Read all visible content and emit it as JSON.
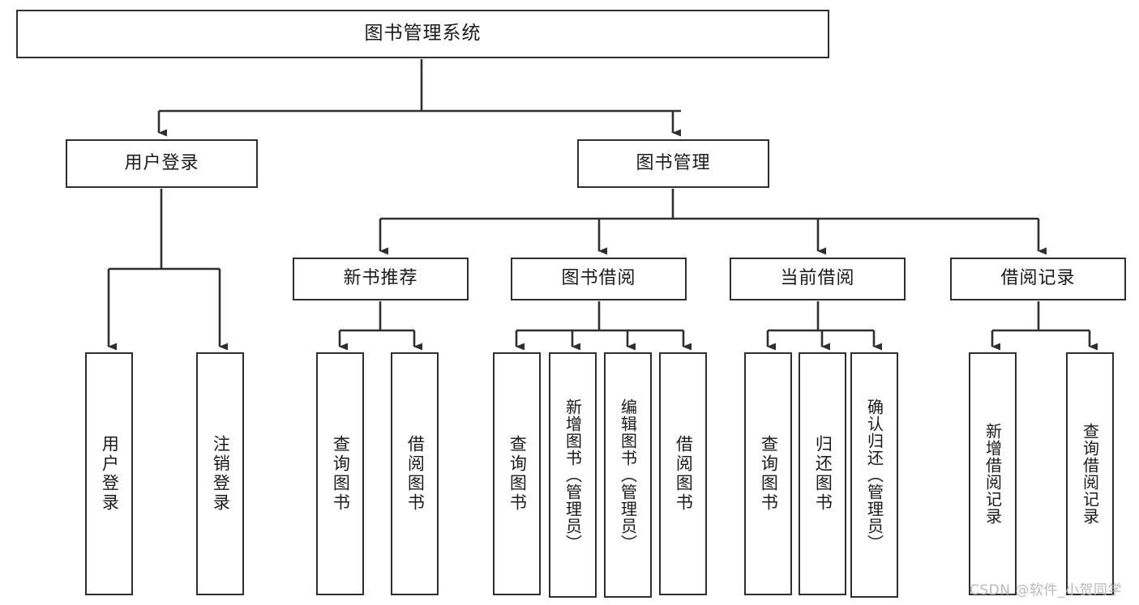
{
  "diagram": {
    "title": "图书管理系统",
    "type": "tree-hierarchy-diagram",
    "root": {
      "label": "图书管理系统"
    },
    "level1": [
      {
        "label": "用户登录"
      },
      {
        "label": "图书管理"
      }
    ],
    "level2": [
      {
        "label": "新书推荐"
      },
      {
        "label": "图书借阅"
      },
      {
        "label": "当前借阅"
      },
      {
        "label": "借阅记录"
      }
    ],
    "leaves": {
      "user_login": [
        {
          "label": "用户登录"
        },
        {
          "label": "注销登录"
        }
      ],
      "new_book_recommend": [
        {
          "label": "查询图书"
        },
        {
          "label": "借阅图书"
        }
      ],
      "book_borrow": [
        {
          "label": "查询图书"
        },
        {
          "label": "新增图书（管理员）"
        },
        {
          "label": "编辑图书（管理员）"
        },
        {
          "label": "借阅图书"
        }
      ],
      "current_borrow": [
        {
          "label": "查询图书"
        },
        {
          "label": "归还图书"
        },
        {
          "label": "确认归还（管理员）"
        }
      ],
      "borrow_record": [
        {
          "label": "新增借阅记录"
        },
        {
          "label": "查询借阅记录"
        }
      ]
    }
  },
  "watermark": {
    "text": "CSDN @软件_小贺同学"
  },
  "colors": {
    "stroke": "#2f2f2f",
    "background": "#ffffff",
    "text": "#1a1a1a",
    "watermark": "#b9b9b9"
  }
}
